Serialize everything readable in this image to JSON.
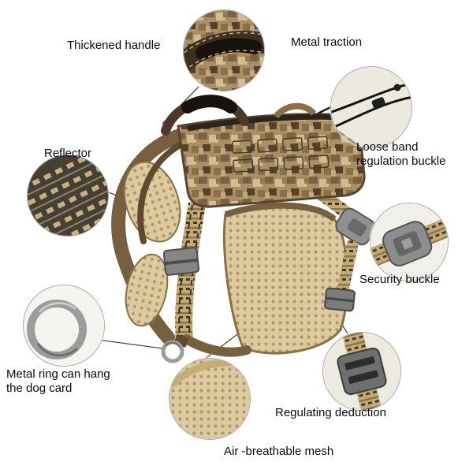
{
  "title": "Tactical dog harness feature diagram",
  "callouts": {
    "thickened_handle": {
      "label": "Thickened handle"
    },
    "metal_traction": {
      "label": "Metal traction"
    },
    "reflector": {
      "label": "Reflector"
    },
    "loose_band": {
      "label": "Loose band regulation buckle"
    },
    "security_buckle": {
      "label": "Security buckle"
    },
    "metal_ring": {
      "label": "Metal ring can hang the dog card"
    },
    "regulating_deduction": {
      "label": "Regulating deduction"
    },
    "air_mesh": {
      "label": "Air -breathable mesh"
    }
  },
  "colors": {
    "camo_base": "#a98f66",
    "camo_dark": "#55422b",
    "strap_brown": "#77603f",
    "mesh_tan": "#ddca9f",
    "buckle_gray": "#8d8d8d",
    "cord_black": "#151515",
    "leader_line": "#4a4a4a"
  }
}
